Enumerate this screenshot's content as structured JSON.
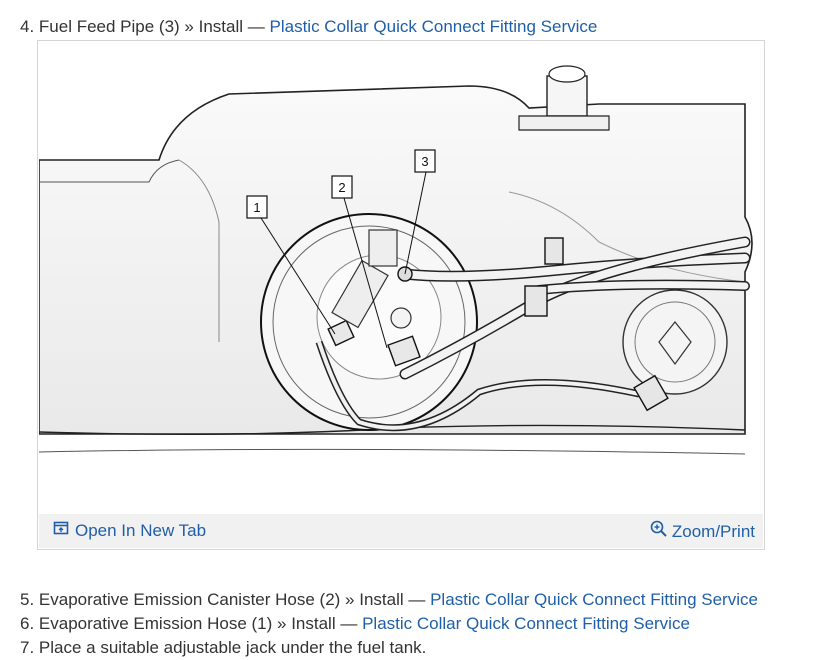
{
  "steps": [
    {
      "number": "4.",
      "text": "Fuel Feed Pipe (3) » Install",
      "dash": "—",
      "link": "Plastic Collar Quick Connect Fitting Service"
    },
    {
      "number": "5.",
      "text": "Evaporative Emission Canister Hose (2) » Install",
      "dash": "—",
      "link": "Plastic Collar Quick Connect Fitting Service"
    },
    {
      "number": "6.",
      "text": "Evaporative Emission Hose (1) » Install",
      "dash": "—",
      "link": "Plastic Collar Quick Connect Fitting Service"
    },
    {
      "number": "7.",
      "text": "Place a suitable adjustable jack under the fuel tank."
    }
  ],
  "figure": {
    "callouts": [
      "1",
      "2",
      "3"
    ],
    "open_tab_label": "Open In New Tab",
    "zoom_label": "Zoom/Print",
    "open_tab_icon": "open-in-new-tab-icon",
    "zoom_icon": "zoom-in-icon"
  },
  "colors": {
    "link": "#1f5fa8",
    "text": "#333333",
    "bar": "#f1f1f1"
  }
}
